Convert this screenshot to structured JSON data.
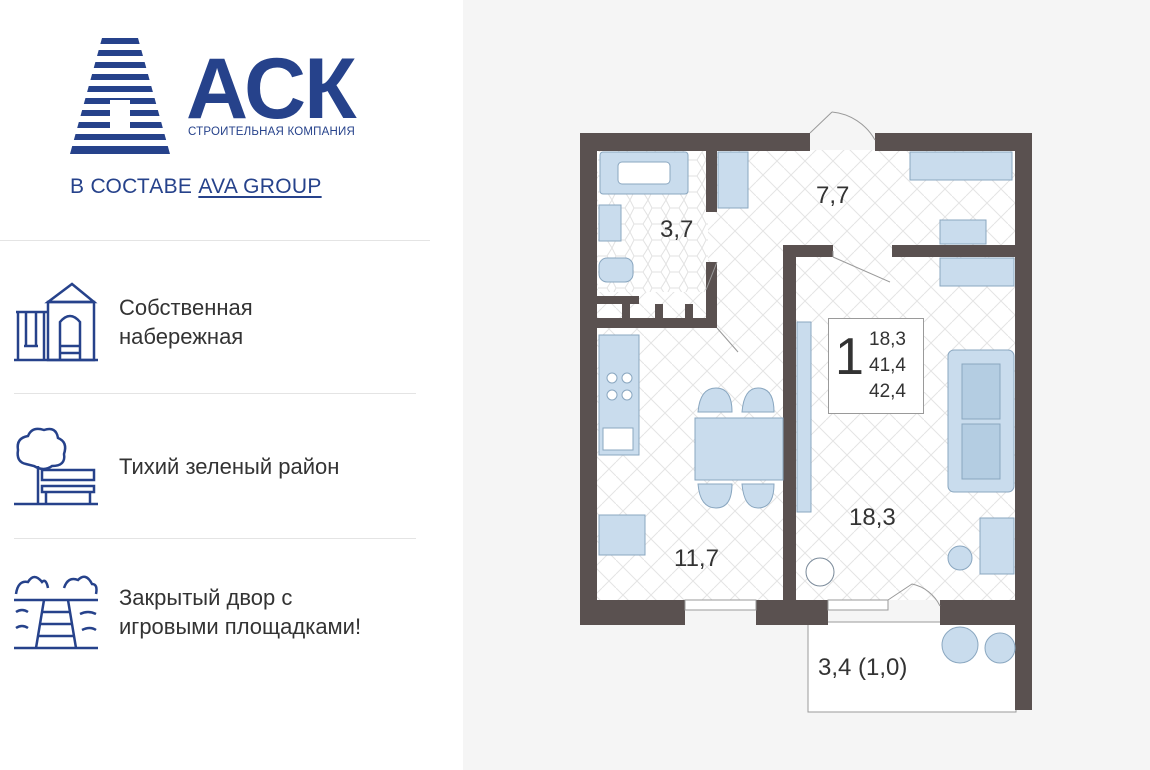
{
  "brand": {
    "name": "АСК",
    "subtitle": "СТРОИТЕЛЬНАЯ КОМПАНИЯ",
    "group_prefix": "В СОСТАВЕ",
    "group_name": "AVA GROUP",
    "color": "#26428b"
  },
  "features": [
    {
      "icon": "playground-icon",
      "text": "Собственная\nнабережная"
    },
    {
      "icon": "tree-bench-icon",
      "text": "Тихий зеленый район"
    },
    {
      "icon": "pier-icon",
      "text": "Закрытый двор с\nигровыми площадками!"
    }
  ],
  "plan": {
    "rooms_count": "1",
    "areas": [
      "18,3",
      "41,4",
      "42,4"
    ],
    "room_labels": {
      "hall": "7,7",
      "bathroom": "3,7",
      "kitchen": "11,7",
      "living": "18,3",
      "balcony": "3,4 (1,0)"
    },
    "colors": {
      "wall": "#5a5150",
      "furniture": "#c9dced",
      "floor": "#ffffff"
    }
  }
}
